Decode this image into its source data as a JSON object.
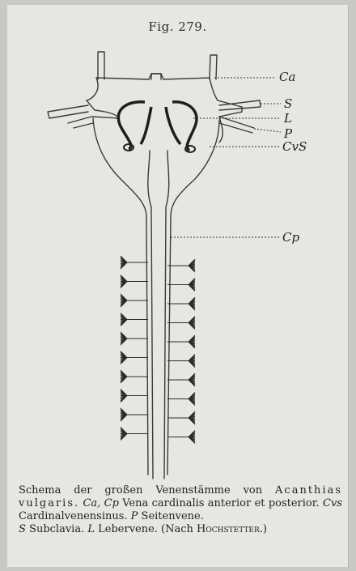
{
  "figure": {
    "title": "Fig. 279."
  },
  "labels": {
    "ca": "Ca",
    "s": "S",
    "l": "L",
    "p": "P",
    "cvs": "CvS",
    "cp": "Cp"
  },
  "caption": {
    "t1": "Schema der großen Venenstämme von ",
    "genus": "Acanthias",
    "species": "vulgaris.",
    "t2": " ",
    "ab1": "Ca, Cp",
    "t3": " Vena cardinalis anterior et posterior. ",
    "ab2": "Cvs",
    "t4": " Cardinalvenensinus. ",
    "ab3": "P",
    "t5": " Seitenvene. ",
    "ab4": "S",
    "t6": " Subclavia. ",
    "ab5": "L",
    "t7": " Lebervene. (Nach ",
    "author": "Hochstetter",
    "t8": ".)"
  }
}
